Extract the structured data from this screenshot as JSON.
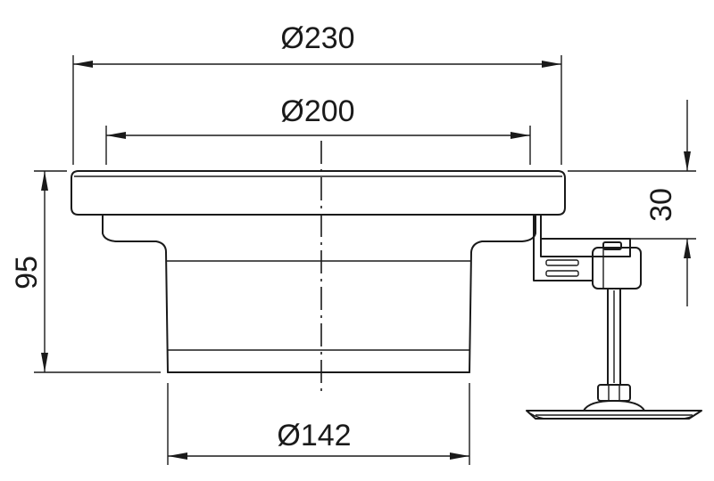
{
  "dimensions": {
    "outer_diameter": "Ø230",
    "inner_diameter": "Ø200",
    "bottom_diameter": "Ø142",
    "total_height": "95",
    "flange_height": "30"
  },
  "colors": {
    "line": "#1a1a1a",
    "background": "#ffffff"
  }
}
